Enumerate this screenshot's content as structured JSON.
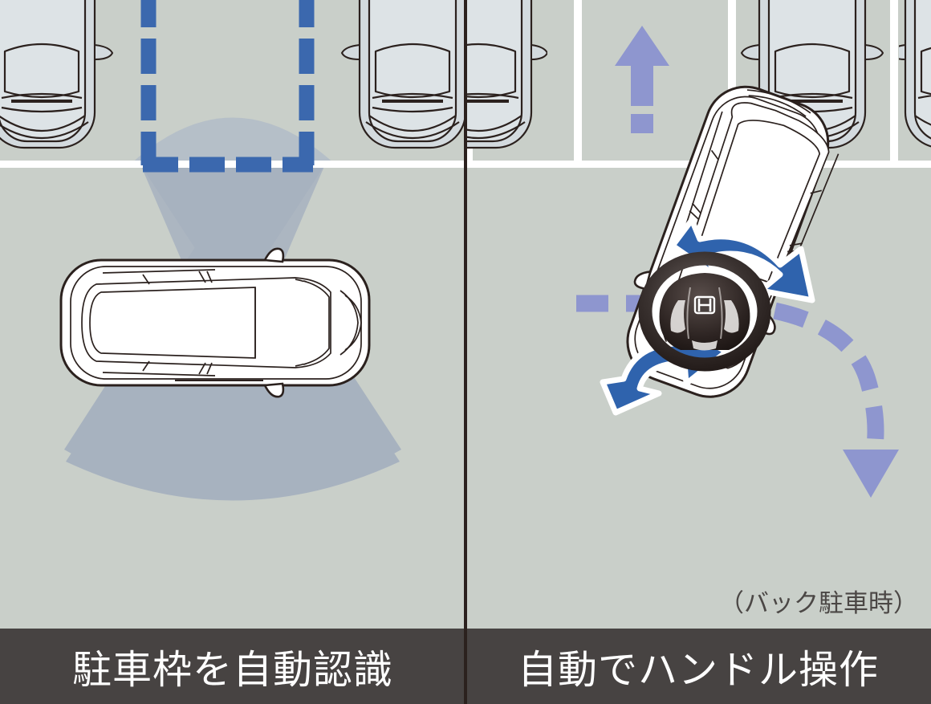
{
  "illustration": {
    "title": "Honda parking assist two-panel illustration",
    "background_color": "#c9cfc9",
    "divider_color": "#2b211e"
  },
  "panels": [
    {
      "id": "left",
      "caption": "駐車枠を自動認識",
      "scene": "Top view of ego car on the lane with an ultrasonic sensor detection cone, an empty parking bay framed by a blue dashed rectangle, and two parked cars flanking it.",
      "elements": {
        "detection_box_color": "#3b68ae",
        "sensor_cone_color": "#a7b2bf",
        "road_line_color": "#ffffff",
        "parked_car_fill": "#d3dade",
        "ego_car_fill": "#ffffff",
        "ego_car_outline": "#2b211e"
      },
      "parked_cars": 2,
      "empty_bays": 1
    },
    {
      "id": "right",
      "caption": "自動でハンドル操作",
      "note": "（バック駐車時）",
      "scene": "Top view of ego car angled while reversing into a bay, with a steering wheel overlay, two blue double-headed rotation arrows, a purple dashed reverse trajectory and a purple forward arrow.",
      "elements": {
        "rotation_arrow_color": "#2f63ad",
        "rotation_arrow_outline": "#ffffff",
        "trajectory_color": "#8e96cf",
        "forward_arrow_color": "#8e96cf",
        "steering_wheel_rim": "#3a3230",
        "steering_wheel_hub": "#2a201d",
        "honda_logo": "H",
        "bay_divider_color": "#ffffff",
        "parked_car_fill": "#d3dade"
      },
      "parked_cars": 3,
      "empty_bays": 1
    }
  ],
  "caption_bar": {
    "background_color": "#474342",
    "text_color": "#ffffff"
  }
}
